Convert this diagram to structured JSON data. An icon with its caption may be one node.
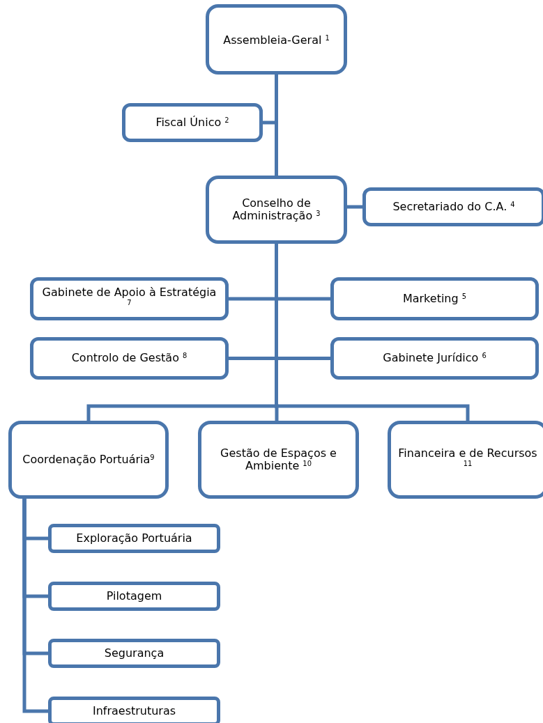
{
  "diagram": {
    "nodes": [
      {
        "text": [
          "Assembleia-Geral $^{1}$"
        ]
      },
      {
        "text": [
          "Fiscal Único $^{2}$"
        ]
      },
      {
        "text": [
          "Conselho de Administração $^{3}$"
        ]
      },
      {
        "text": [
          "Secretariado do C.A. $^{4}$"
        ]
      },
      {
        "text": [
          "Gabinete de Apoio à Estratégia $^{7}$"
        ]
      },
      {
        "text": [
          "Marketing $^{5}$"
        ]
      },
      {
        "text": [
          "Controlo de Gestão $^{8}$"
        ]
      },
      {
        "text": [
          "Gabinete Jurídico $^{6}$"
        ]
      },
      {
        "text": [
          "Coordenação Portuária$^{9}$"
        ]
      },
      {
        "text": [
          "Gestão de Espaços e Ambiente $^{10}$"
        ]
      },
      {
        "text": [
          "Financeira e de Recursos $^{11}$"
        ]
      },
      {
        "text": [
          "Exploração Portuária"
        ]
      },
      {
        "text": [
          "Pilotagem"
        ]
      },
      {
        "text": [
          "Segurança"
        ]
      },
      {
        "text": [
          "Infraestruturas"
        ]
      }
    ],
    "edges": [
      {
        "from": 0,
        "to": 1,
        "arrow": "none"
      },
      {
        "from": 0,
        "to": 2,
        "arrow": "none"
      },
      {
        "from": 2,
        "to": 3,
        "arrow": "none"
      },
      {
        "from": 2,
        "to": 4,
        "arrow": "none"
      },
      {
        "from": 2,
        "to": 5,
        "arrow": "none"
      },
      {
        "from": 2,
        "to": 6,
        "arrow": "none"
      },
      {
        "from": 2,
        "to": 7,
        "arrow": "none"
      },
      {
        "from": 2,
        "to": 8,
        "arrow": "none"
      },
      {
        "from": 2,
        "to": 9,
        "arrow": "none"
      },
      {
        "from": 2,
        "to": 10,
        "arrow": "none"
      },
      {
        "from": 8,
        "to": 11,
        "arrow": "none"
      },
      {
        "from": 8,
        "to": 12,
        "arrow": "none"
      },
      {
        "from": 8,
        "to": 13,
        "arrow": "none"
      },
      {
        "from": 8,
        "to": 14,
        "arrow": "none"
      }
    ]
  }
}
